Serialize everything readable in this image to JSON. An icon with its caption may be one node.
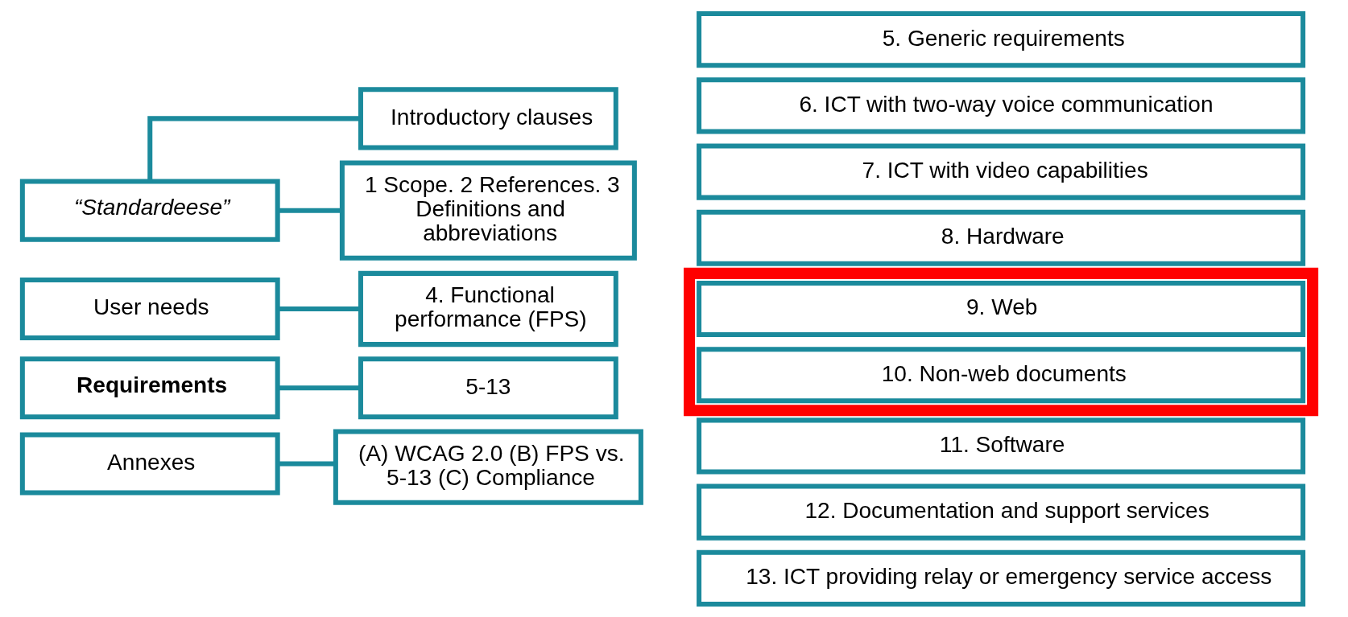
{
  "diagram": {
    "nodes": [
      {
        "text": [
          "“Standardeese”"
        ]
      },
      {
        "text": [
          "Introductory clauses"
        ]
      },
      {
        "text": [
          "1 Scope. 2 References. 3 Definitions and abbreviations"
        ]
      },
      {
        "text": [
          "User needs"
        ]
      },
      {
        "text": [
          "4. Functional performance (FPS)"
        ]
      },
      {
        "text": [
          "Requirements"
        ]
      },
      {
        "text": [
          "5-13"
        ]
      },
      {
        "text": [
          "Annexes"
        ]
      },
      {
        "text": [
          "(A) WCAG 2.0 (B) FPS vs. 5-13 (C) Compliance"
        ]
      },
      {
        "text": [
          "5. Generic requirements"
        ]
      },
      {
        "text": [
          "6. ICT with two-way voice communication"
        ]
      },
      {
        "text": [
          "7. ICT with video capabilities"
        ]
      },
      {
        "text": [
          "8. Hardware"
        ]
      },
      {
        "text": [],
        "shape": "box"
      },
      {
        "text": [
          "9. Web"
        ],
        "in": 13
      },
      {
        "text": [
          "10. Non-web documents"
        ],
        "in": 13
      },
      {
        "text": [
          "11. Software"
        ]
      },
      {
        "text": [
          "12. Documentation and support services"
        ]
      },
      {
        "text": [
          "13. ICT providing relay or emergency service access"
        ]
      }
    ],
    "edges": [
      {
        "from": 0,
        "to": 1,
        "arrow": "none"
      },
      {
        "from": 0,
        "to": 2,
        "arrow": "none"
      },
      {
        "from": 3,
        "to": 4,
        "arrow": "none"
      },
      {
        "from": 5,
        "to": 6,
        "arrow": "none"
      },
      {
        "from": 7,
        "to": 8,
        "arrow": "none"
      }
    ]
  }
}
